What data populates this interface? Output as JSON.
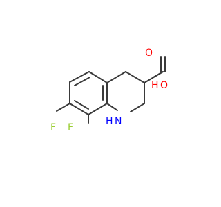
{
  "molecule": {
    "atoms": {
      "fluorine_1": "F",
      "fluorine_2": "F",
      "amine_n": "N",
      "amine_h": "H",
      "carbonyl_o": "O",
      "hydroxyl_o": "O",
      "hydroxyl_h": "H"
    },
    "colors": {
      "bond": "#3a3a3a",
      "oxygen": "#ff0000",
      "nitrogen": "#0000ff",
      "fluorine": "#9acd32"
    }
  }
}
